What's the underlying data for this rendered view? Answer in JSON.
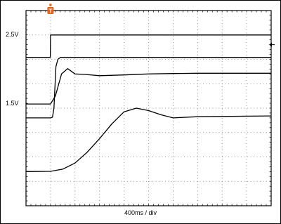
{
  "screen": {
    "level_labels": [
      "2.5V",
      "1.5V"
    ],
    "timebase_label": "400ms / div",
    "trigger_marker_label": "T",
    "trigger_color": "#e8631a",
    "ground_marker_icon": "left-arrow-icon"
  },
  "chart_data": {
    "type": "line",
    "title": "",
    "xlabel": "400ms / div",
    "ylabel": "",
    "x_unit": "div",
    "xlim": [
      0,
      10
    ],
    "ylim": [
      0,
      8
    ],
    "grid": true,
    "grid_divisions": {
      "x": 10,
      "y": 8
    },
    "series": [
      {
        "points": [
          [
            0,
            6.08
          ],
          [
            0.99,
            6.08
          ],
          [
            1.0,
            7.0
          ],
          [
            10.0,
            7.0
          ]
        ]
      },
      {
        "points": [
          [
            0,
            4.17
          ],
          [
            1.0,
            4.17
          ],
          [
            1.2,
            4.5
          ],
          [
            1.45,
            5.4
          ],
          [
            1.7,
            5.62
          ],
          [
            2.0,
            5.4
          ],
          [
            2.4,
            5.38
          ],
          [
            3.0,
            5.33
          ],
          [
            4.0,
            5.36
          ],
          [
            5.0,
            5.4
          ],
          [
            6.0,
            5.42
          ],
          [
            7.0,
            5.43
          ],
          [
            10.0,
            5.43
          ]
        ]
      },
      {
        "points": [
          [
            0,
            3.6
          ],
          [
            1.0,
            3.6
          ],
          [
            1.08,
            3.63
          ],
          [
            1.14,
            4.0
          ],
          [
            1.22,
            5.7
          ],
          [
            1.3,
            6.0
          ],
          [
            1.4,
            6.08
          ],
          [
            10.0,
            6.08
          ]
        ]
      },
      {
        "points": [
          [
            0,
            1.4
          ],
          [
            1.0,
            1.41
          ],
          [
            1.5,
            1.5
          ],
          [
            2.0,
            1.75
          ],
          [
            2.5,
            2.2
          ],
          [
            3.0,
            2.75
          ],
          [
            3.5,
            3.35
          ],
          [
            4.0,
            3.85
          ],
          [
            4.5,
            4.0
          ],
          [
            5.0,
            3.9
          ],
          [
            5.5,
            3.73
          ],
          [
            6.0,
            3.6
          ],
          [
            7.0,
            3.65
          ],
          [
            8.0,
            3.66
          ],
          [
            10.0,
            3.68
          ]
        ]
      }
    ]
  }
}
